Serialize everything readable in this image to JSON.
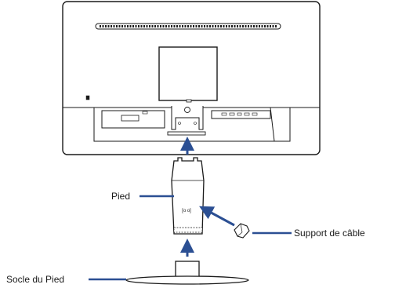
{
  "labels": {
    "stand": "Pied",
    "cable_holder": "Support de câble",
    "stand_base": "Socle du Pied"
  },
  "colors": {
    "arrow": "#2b4f93",
    "line": "#1a1a1a",
    "fill": "#ffffff"
  },
  "icons": {
    "assembly_arrow": "arrow-up-icon",
    "insert_arrow": "arrow-diagonal-icon"
  }
}
